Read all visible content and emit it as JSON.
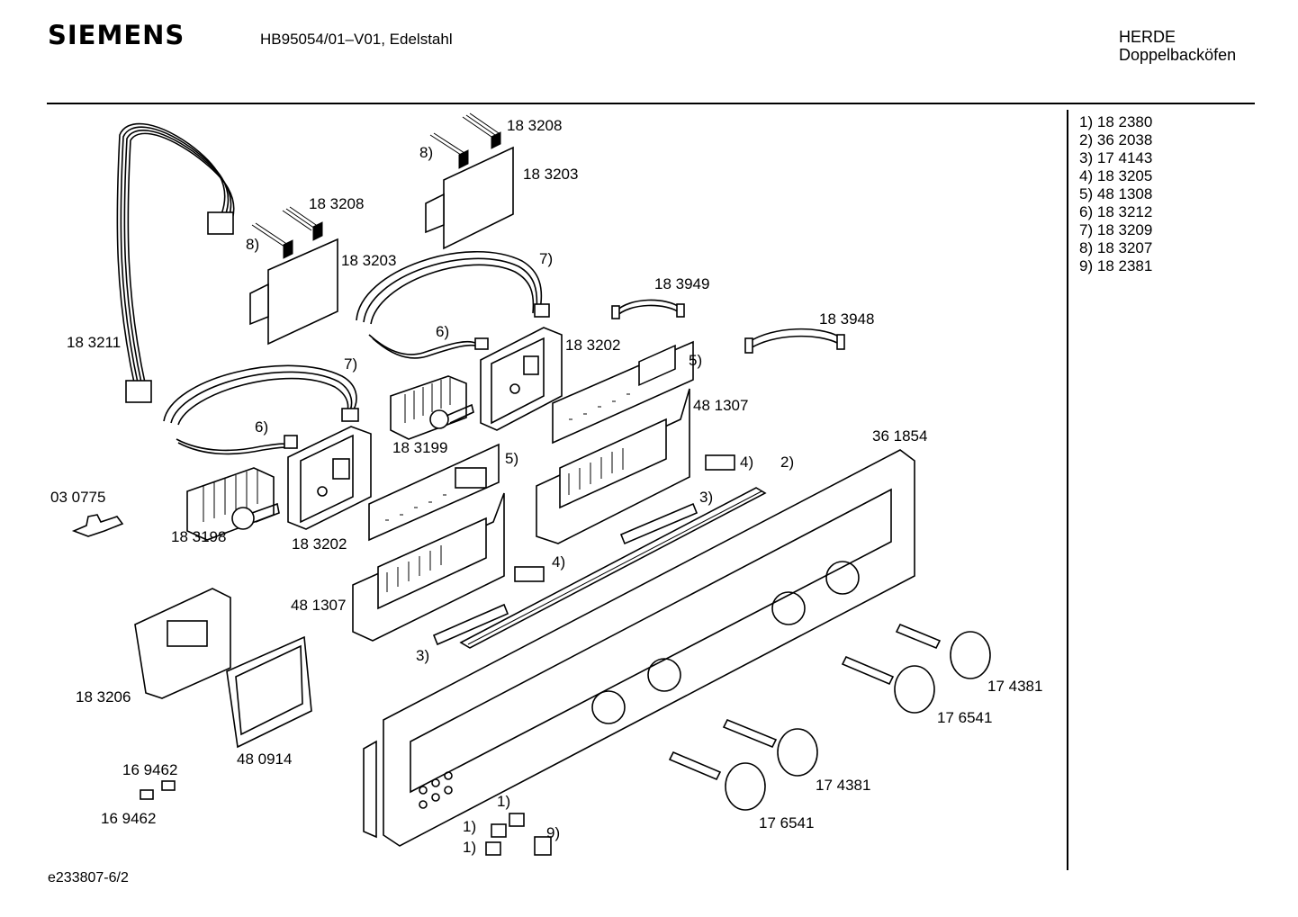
{
  "header": {
    "brand": "SIEMENS",
    "model": "HB95054/01–V01, Edelstahl",
    "category_line1": "HERDE",
    "category_line2": "Doppelbacköfen"
  },
  "footer": {
    "drawing_id": "e233807-6/2"
  },
  "legend": [
    {
      "ref": "1)",
      "part": "18 2380"
    },
    {
      "ref": "2)",
      "part": "36 2038"
    },
    {
      "ref": "3)",
      "part": "17 4143"
    },
    {
      "ref": "4)",
      "part": "18 3205"
    },
    {
      "ref": "5)",
      "part": "48 1308"
    },
    {
      "ref": "6)",
      "part": "18 3212"
    },
    {
      "ref": "7)",
      "part": "18 3209"
    },
    {
      "ref": "8)",
      "part": "18 3207"
    },
    {
      "ref": "9)",
      "part": "18 2381"
    }
  ],
  "callouts": {
    "c1": "18 3208",
    "c2": "8)",
    "c3": "18 3203",
    "c4": "18 3208",
    "c5": "8)",
    "c6": "18 3203",
    "c7": "7)",
    "c8": "18 3949",
    "c9": "18 3948",
    "c10": "18 3211",
    "c11": "6)",
    "c12": "18 3202",
    "c13": "5)",
    "c14": "7)",
    "c15": "48 1307",
    "c16": "6)",
    "c17": "18 3199",
    "c18": "36 1854",
    "c19": "5)",
    "c20": "4)",
    "c21": "2)",
    "c22": "03 0775",
    "c23": "3)",
    "c24": "18 3198",
    "c25": "18 3202",
    "c26": "4)",
    "c27": "48 1307",
    "c28": "3)",
    "c29": "18 3206",
    "c30": "17 4381",
    "c31": "17 6541",
    "c32": "48 0914",
    "c33": "17 4381",
    "c34": "16 9462",
    "c35": "16 9462",
    "c36": "17 6541",
    "c37": "1)",
    "c38": "1)",
    "c39": "9)",
    "c40": "1)"
  }
}
